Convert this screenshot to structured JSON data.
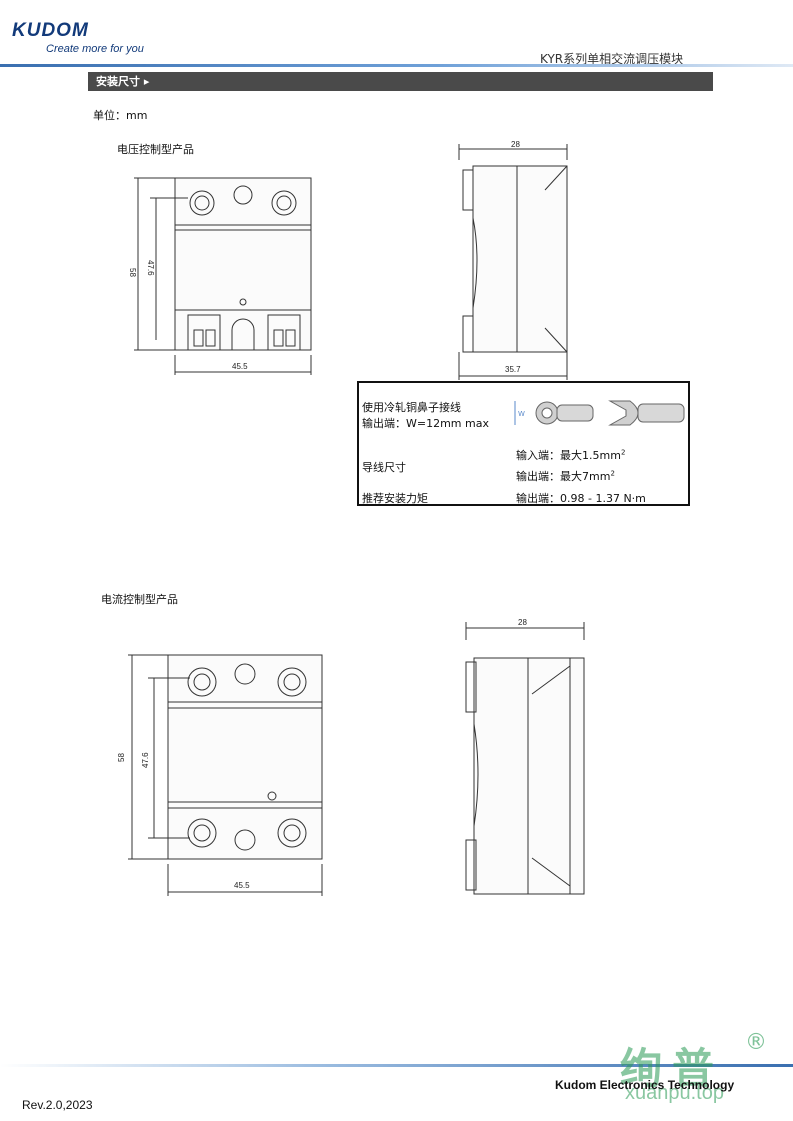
{
  "header": {
    "brand": "KUDOM",
    "tagline": "Create more for you",
    "doc_title": "KYR系列单相交流调压模块"
  },
  "section": {
    "title": "安装尺寸 ▸"
  },
  "unit_label": "单位：mm",
  "voltage_product": {
    "title": "电压控制型产品",
    "front_dims": {
      "height_total": "58",
      "height_inner": "47.6",
      "width": "45.5"
    },
    "side_dims": {
      "depth_top": "28",
      "depth_bottom": "35.7"
    }
  },
  "spec_table": {
    "terminal_label_line1": "使用冷轧铜鼻子接线",
    "terminal_label_line2": "输出端：W=12mm max",
    "w_mark": "W",
    "wire_label": "导线尺寸",
    "wire_input": "输入端：最大1.5mm",
    "wire_output": "输出端：最大7mm",
    "sup": "2",
    "torque_label": "推荐安装力矩",
    "torque_value": "输出端：0.98 - 1.37 N·m"
  },
  "current_product": {
    "title": "电流控制型产品",
    "front_dims": {
      "height_total": "58",
      "height_inner": "47.6",
      "width": "45.5"
    },
    "side_dims": {
      "depth_top": "28"
    }
  },
  "footer": {
    "company": "Kudom Electronics Technology",
    "revision": "Rev.2.0,2023",
    "watermark_cn": "绚普",
    "watermark_r": "®",
    "watermark_url": "xuanpu.top"
  }
}
